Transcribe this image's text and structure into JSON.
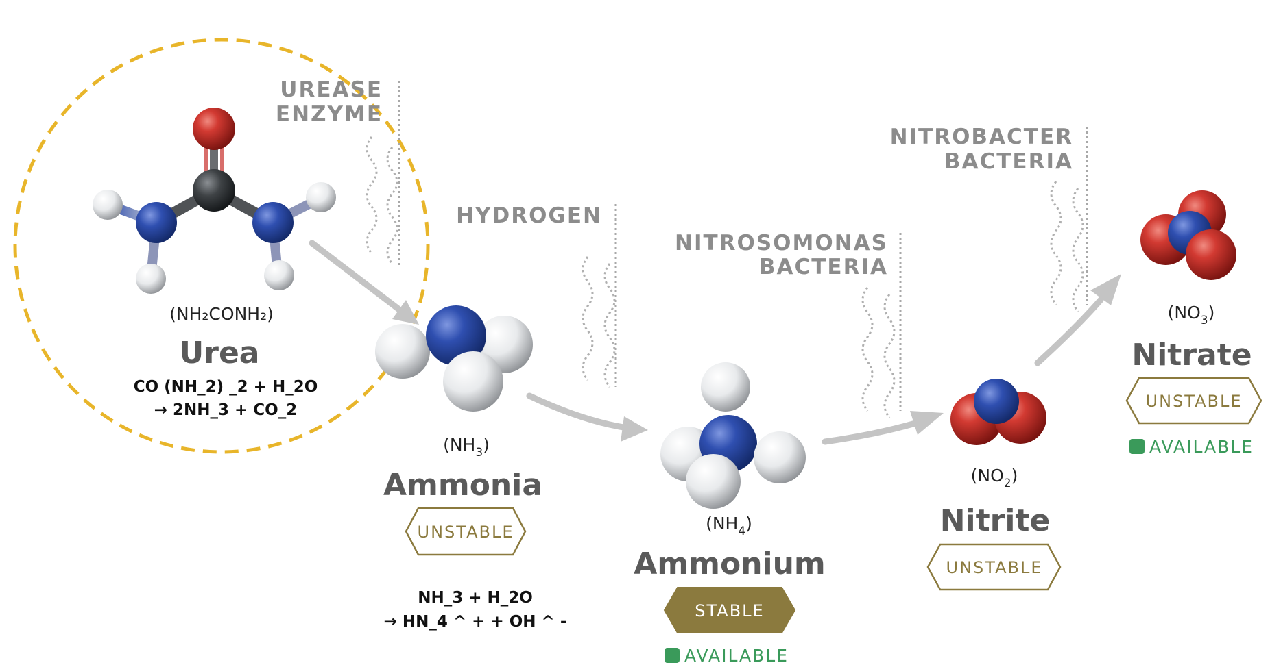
{
  "colors": {
    "urea_ring": "#e8b52a",
    "arrow": "#c4c4c4",
    "enzyme_text": "#8c8c8c",
    "name_text": "#5a5a5a",
    "badge_gold": "#8b7a3e",
    "available_green": "#3a9a5a",
    "oxygen": "#c8322d",
    "nitrogen": "#2d4aa6",
    "carbon": "#3e4245",
    "hydrogen": "#e4e6e8"
  },
  "labels": {
    "urease_line1": "UREASE",
    "urease_line2": "ENZYME",
    "hydrogen": "HYDROGEN",
    "nitrosomonas_line1": "NITROSOMONAS",
    "nitrosomonas_line2": "BACTERIA",
    "nitrobacter_line1": "NITROBACTER",
    "nitrobacter_line2": "BACTERIA"
  },
  "compounds": {
    "urea": {
      "formula": "(NH₂CONH₂)",
      "name": "Urea",
      "equation_line1": "CO (NH_2) _2 + H_2O",
      "equation_line2": "→ 2NH_3 + CO_2",
      "molecule_icon": "urea-molecule-icon"
    },
    "ammonia": {
      "formula_main": "(NH",
      "formula_sub": "3",
      "formula_close": ")",
      "name": "Ammonia",
      "status": "UNSTABLE",
      "equation_line1": "NH_3 + H_2O",
      "equation_line2": "→ HN_4 ^ + + OH ^ -",
      "molecule_icon": "ammonia-molecule-icon"
    },
    "ammonium": {
      "formula_main": "(NH",
      "formula_sub": "4",
      "formula_close": ")",
      "name": "Ammonium",
      "status": "STABLE",
      "availability": "AVAILABLE",
      "molecule_icon": "ammonium-molecule-icon"
    },
    "nitrite": {
      "formula_main": "(NO",
      "formula_sub": "2",
      "formula_close": ")",
      "name": "Nitrite",
      "status": "UNSTABLE",
      "molecule_icon": "nitrite-molecule-icon"
    },
    "nitrate": {
      "formula_main": "(NO",
      "formula_sub": "3",
      "formula_close": ")",
      "name": "Nitrate",
      "status": "UNSTABLE",
      "availability": "AVAILABLE",
      "molecule_icon": "nitrate-molecule-icon"
    }
  }
}
